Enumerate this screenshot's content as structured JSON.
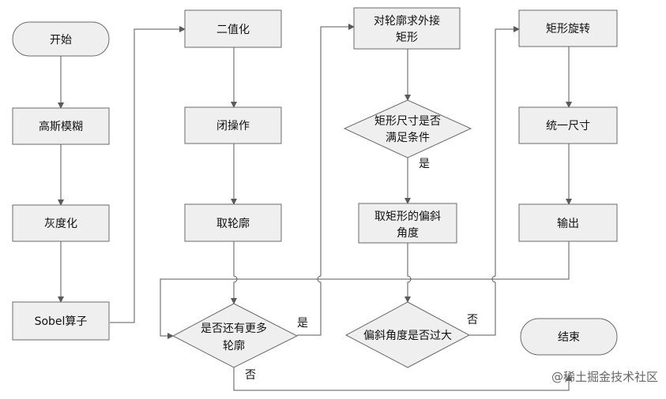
{
  "nodes": {
    "start": "开始",
    "blur": "高斯模糊",
    "gray": "灰度化",
    "sobel": "Sobel算子",
    "binarize": "二值化",
    "close": "闭操作",
    "contour": "取轮廓",
    "more_contours": [
      "是否还有更多",
      "轮廓"
    ],
    "bounding_rect": [
      "对轮廓求外接",
      "矩形"
    ],
    "size_check": [
      "矩形尺寸是否",
      "满足条件"
    ],
    "skew_angle": [
      "取矩形的偏斜",
      "角度"
    ],
    "too_skewed": "偏斜角度是否过大",
    "rotate": "矩形旋转",
    "normalize": "统一尺寸",
    "output": "输出",
    "end": "结束"
  },
  "edge_labels": {
    "more_yes": "是",
    "more_no": "否",
    "size_yes": "是",
    "skew_no": "否"
  },
  "watermark": "@稀土掘金技术社区"
}
